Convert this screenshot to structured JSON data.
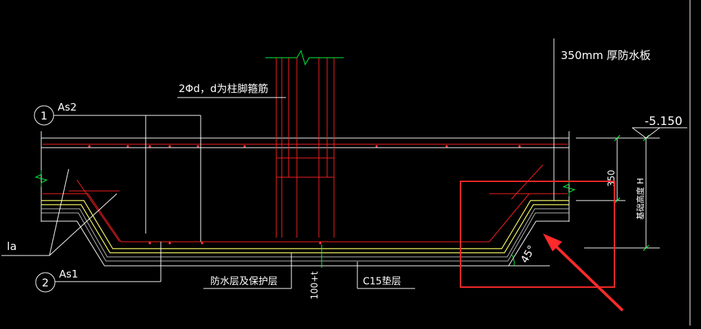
{
  "colors": {
    "background": "#000000",
    "line_white": "#ffffff",
    "rebar_red": "#ff2020",
    "layer_yellow": "#ffff66",
    "break_green": "#00ff40",
    "highlight_red": "#ff2a2a"
  },
  "labels": {
    "marker1_num": "1",
    "marker1_text": "As2",
    "marker2_num": "2",
    "marker2_text": "As1",
    "la": "la",
    "stirrup": "2Φd，d为柱脚箍筋",
    "slab": "350mm  厚防水板",
    "elevation": "-5.150",
    "dim350": "350",
    "dimH": "基础高度 H",
    "angle": "45°",
    "waterproof": "防水层及保护层",
    "t100": "100+t",
    "c15": "C15垫层"
  }
}
